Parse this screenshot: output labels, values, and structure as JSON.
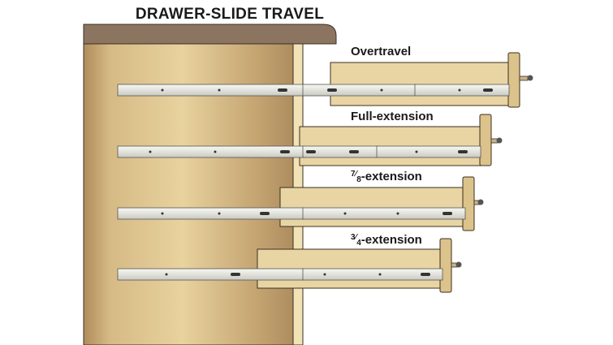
{
  "title": "DRAWER-SLIDE TRAVEL",
  "labels": {
    "overtravel": "Overtravel",
    "full_extension": "Full-extension",
    "seven_eighths": {
      "num": "7",
      "den": "8",
      "suffix": "-extension"
    },
    "three_quarter": {
      "num": "3",
      "den": "4",
      "suffix": "-extension"
    }
  },
  "colors": {
    "cabinet_light": "#ecd59c",
    "cabinet_dark": "#a8875a",
    "countertop": "#8c7560",
    "drawer_wood": "#e9d5a3",
    "front_wood": "#dcc28b",
    "slide_metal": "#eeeeea",
    "outline": "#3a2f22"
  }
}
